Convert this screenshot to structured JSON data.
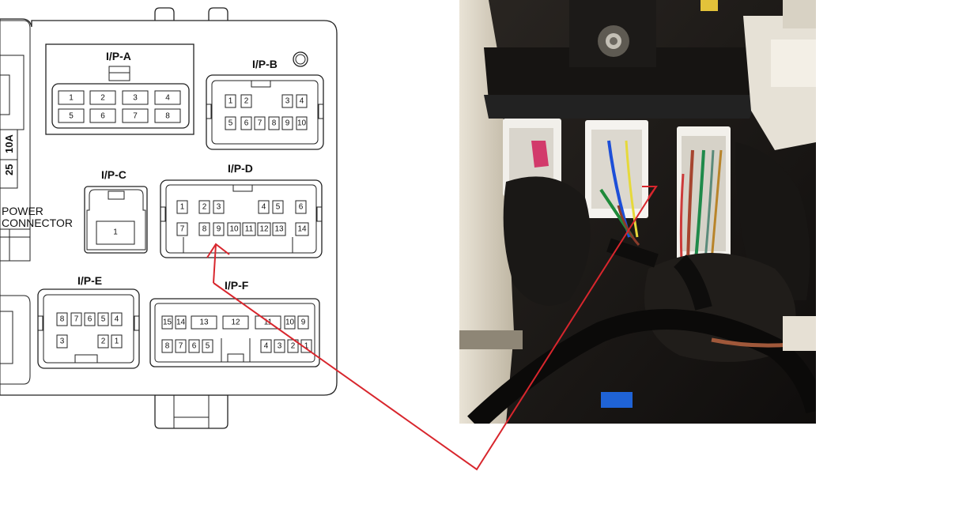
{
  "connectors": {
    "ipa": {
      "title": "I/P-A",
      "pins": [
        "1",
        "2",
        "3",
        "4",
        "5",
        "6",
        "7",
        "8"
      ]
    },
    "ipb": {
      "title": "I/P-B",
      "pins": [
        "1",
        "2",
        "3",
        "4",
        "5",
        "6",
        "7",
        "8",
        "9",
        "10"
      ]
    },
    "ipc": {
      "title": "I/P-C",
      "pins": [
        "1"
      ]
    },
    "ipd": {
      "title": "I/P-D",
      "pins": [
        "1",
        "2",
        "3",
        "4",
        "5",
        "6",
        "7",
        "8",
        "9",
        "10",
        "11",
        "12",
        "13",
        "14"
      ]
    },
    "ipe": {
      "title": "I/P-E",
      "pins": [
        "8",
        "7",
        "6",
        "5",
        "4",
        "3",
        "2",
        "1"
      ]
    },
    "ipf": {
      "title": "I/P-F",
      "pins": [
        "15",
        "14",
        "13",
        "12",
        "11",
        "10",
        "9",
        "8",
        "7",
        "6",
        "5",
        "4",
        "3",
        "2",
        "1"
      ]
    }
  },
  "side_labels": {
    "power": "POWER",
    "connector": "CONNECTOR"
  },
  "fuse_labels": {
    "a": "10A",
    "b": "25"
  },
  "colors": {
    "arrow": "#d8262d",
    "ink": "#222222"
  }
}
